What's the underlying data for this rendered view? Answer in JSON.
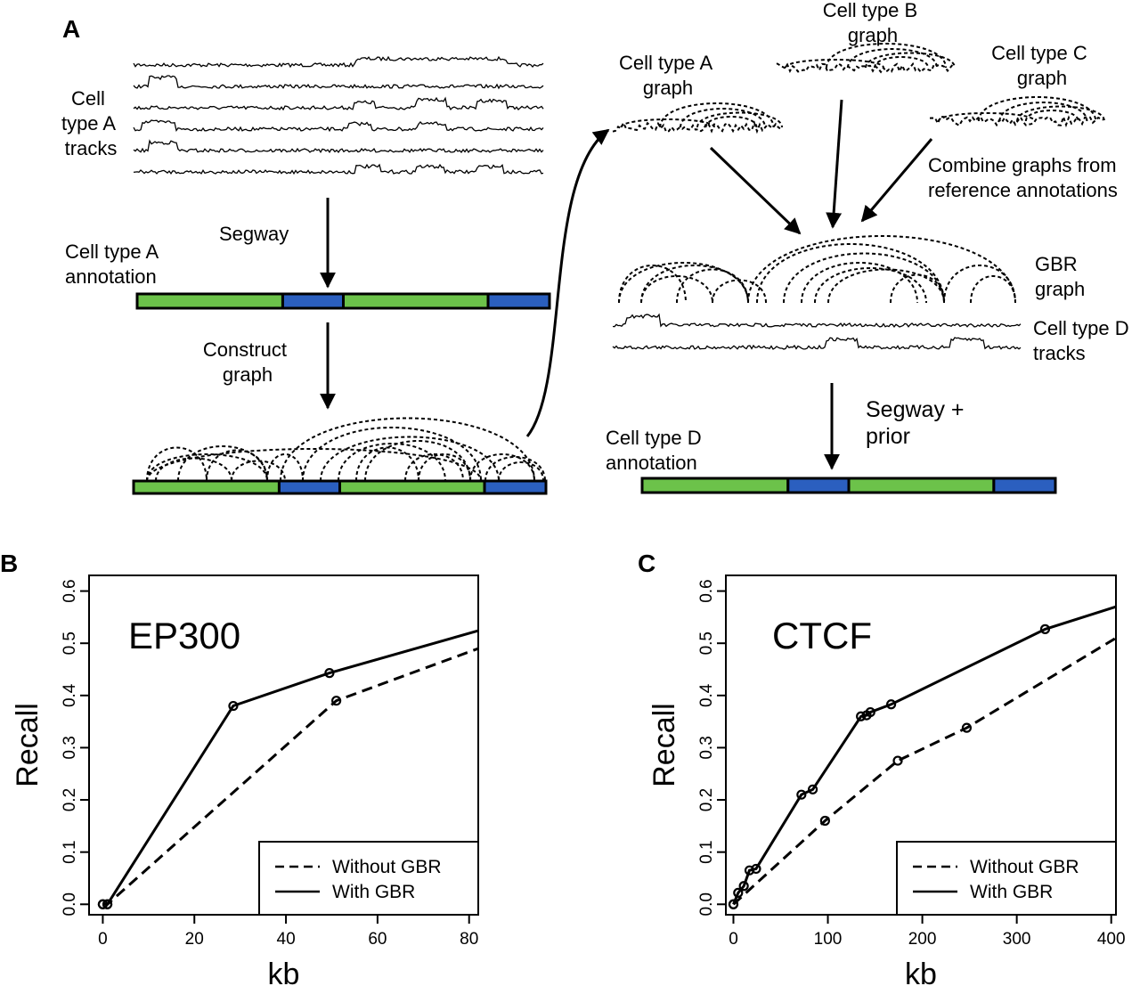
{
  "panels": {
    "a": "A",
    "b": "B",
    "c": "C"
  },
  "colors": {
    "green": "#6cc24a",
    "blue": "#2b5fbf",
    "stroke": "#000000"
  },
  "panel_a": {
    "tracks_label": [
      "Cell",
      "type A",
      "tracks"
    ],
    "segway": "Segway",
    "annotation_a": [
      "Cell type A",
      "annotation"
    ],
    "construct": [
      "Construct",
      "graph"
    ],
    "graph_a": [
      "Cell type A",
      "graph"
    ],
    "graph_b": [
      "Cell type B",
      "graph"
    ],
    "graph_c": [
      "Cell type C",
      "graph"
    ],
    "combine": [
      "Combine graphs from",
      "reference annotations"
    ],
    "gbr": [
      "GBR",
      "graph"
    ],
    "tracks_d": [
      "Cell type D",
      "tracks"
    ],
    "segway_prior": [
      "Segway +",
      "prior"
    ],
    "annotation_d": [
      "Cell type D",
      "annotation"
    ]
  },
  "chart_data": [
    {
      "type": "line",
      "title": "EP300",
      "xlabel": "kb",
      "ylabel": "Recall",
      "xlim": [
        -3,
        82
      ],
      "ylim": [
        -0.02,
        0.63
      ],
      "xticks": [
        "0",
        "20",
        "40",
        "60",
        "80"
      ],
      "yticks": [
        "0.0",
        "0.1",
        "0.2",
        "0.3",
        "0.4",
        "0.5",
        "0.6"
      ],
      "legend_position": "bottom-right",
      "series": [
        {
          "name": "Without   GBR",
          "style": "dashed",
          "x": [
            0,
            1,
            51,
            82
          ],
          "y": [
            0,
            0,
            0.39,
            0.49
          ],
          "markers": [
            0,
            1,
            2
          ]
        },
        {
          "name": "With   GBR",
          "style": "solid",
          "x": [
            0,
            1,
            28.5,
            49.5,
            82
          ],
          "y": [
            0,
            0,
            0.38,
            0.443,
            0.524
          ],
          "markers": [
            0,
            1,
            2,
            3
          ]
        }
      ]
    },
    {
      "type": "line",
      "title": "CTCF",
      "xlabel": "kb",
      "ylabel": "Recall",
      "xlim": [
        -8,
        405
      ],
      "ylim": [
        -0.02,
        0.63
      ],
      "xticks": [
        "0",
        "100",
        "200",
        "300",
        "400"
      ],
      "yticks": [
        "0.0",
        "0.1",
        "0.2",
        "0.3",
        "0.4",
        "0.5",
        "0.6"
      ],
      "legend_position": "bottom-right",
      "series": [
        {
          "name": "Without   GBR",
          "style": "dashed",
          "x": [
            0,
            97,
            174,
            247,
            405
          ],
          "y": [
            0,
            0.16,
            0.275,
            0.338,
            0.51
          ],
          "markers": [
            0,
            1,
            2,
            3
          ]
        },
        {
          "name": "With   GBR",
          "style": "solid",
          "x": [
            0,
            5,
            11,
            17,
            24,
            72,
            84,
            135,
            141,
            145,
            167,
            330,
            405
          ],
          "y": [
            0,
            0.022,
            0.035,
            0.065,
            0.068,
            0.21,
            0.22,
            0.36,
            0.362,
            0.368,
            0.383,
            0.527,
            0.57
          ],
          "markers": [
            0,
            1,
            2,
            3,
            4,
            5,
            6,
            7,
            8,
            9,
            10,
            11
          ]
        }
      ]
    }
  ]
}
